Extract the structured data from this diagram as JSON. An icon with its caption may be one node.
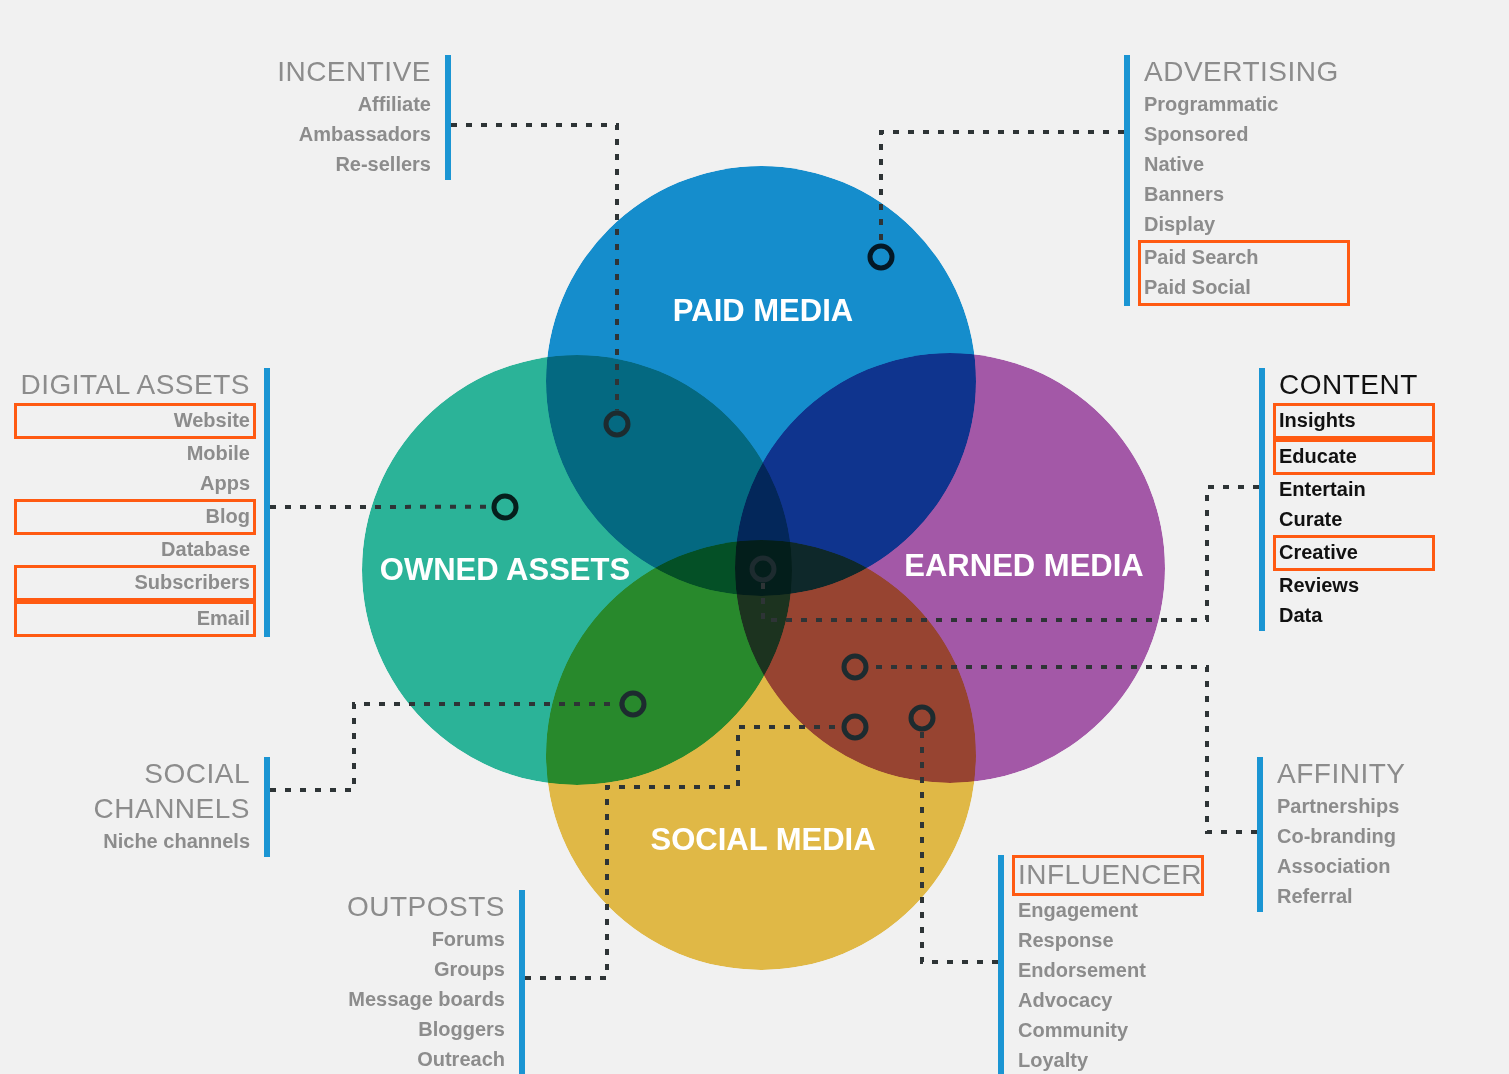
{
  "diagram": {
    "nodes": [
      {
        "text": [
          "INCENTIVE",
          "Affiliate",
          "Ambassadors",
          "Re-sellers"
        ]
      },
      {
        "text": [
          "ADVERTISING",
          "Programmatic",
          "Sponsored",
          "Native",
          "Banners",
          "Display",
          "Paid Search",
          "Paid Social"
        ]
      },
      {
        "text": [
          "PAID MEDIA"
        ]
      },
      {
        "text": [],
        "shape": "circle",
        "in": 2
      },
      {
        "text": [],
        "shape": "circle"
      },
      {
        "text": [
          "DIGITAL ASSETS",
          "Website",
          "Mobile",
          "Apps",
          "Blog",
          "Database",
          "Subscribers",
          "Email"
        ]
      },
      {
        "text": [
          "CONTENT",
          "Insights",
          "Educate",
          "Entertain",
          "Curate",
          "Creative",
          "Reviews",
          "Data"
        ]
      },
      {
        "text": [
          "OWNED ASSETS"
        ]
      },
      {
        "text": [],
        "shape": "circle",
        "in": 7
      },
      {
        "text": [],
        "shape": "circle"
      },
      {
        "text": [
          "EARNED MEDIA"
        ]
      },
      {
        "text": [],
        "shape": "circle"
      },
      {
        "text": [],
        "shape": "circle"
      },
      {
        "text": [],
        "shape": "circle"
      },
      {
        "text": [],
        "shape": "circle"
      },
      {
        "text": [
          "SOCIAL CHANNELS",
          "Niche channels"
        ]
      },
      {
        "text": [
          "AFFINITY",
          "Partnerships",
          "Co-branding",
          "Association",
          "Referral"
        ]
      },
      {
        "text": [
          "SOCIAL MEDIA"
        ]
      },
      {
        "text": [
          "OUTPOSTS",
          "Forums",
          "Groups",
          "Message boards",
          "Bloggers",
          "Outreach"
        ]
      },
      {
        "text": [
          "INFLUENCER",
          "Engagement",
          "Response",
          "Endorsement",
          "Advocacy",
          "Community",
          "Loyalty"
        ]
      }
    ],
    "edges": [
      {
        "from": 0,
        "to": 4,
        "arrow": "none",
        "style": "dashed"
      },
      {
        "from": 1,
        "to": 3,
        "arrow": "none",
        "style": "dashed"
      },
      {
        "from": 5,
        "to": 8,
        "arrow": "none",
        "style": "dashed"
      },
      {
        "from": 6,
        "to": 9,
        "arrow": "none",
        "style": "dashed"
      },
      {
        "from": 15,
        "to": 14,
        "arrow": "none",
        "style": "dashed"
      },
      {
        "from": 16,
        "to": 11,
        "arrow": "none",
        "style": "dashed"
      },
      {
        "from": 18,
        "to": 12,
        "arrow": "none",
        "style": "dashed"
      },
      {
        "from": 19,
        "to": 13,
        "arrow": "none",
        "style": "dashed"
      }
    ]
  }
}
